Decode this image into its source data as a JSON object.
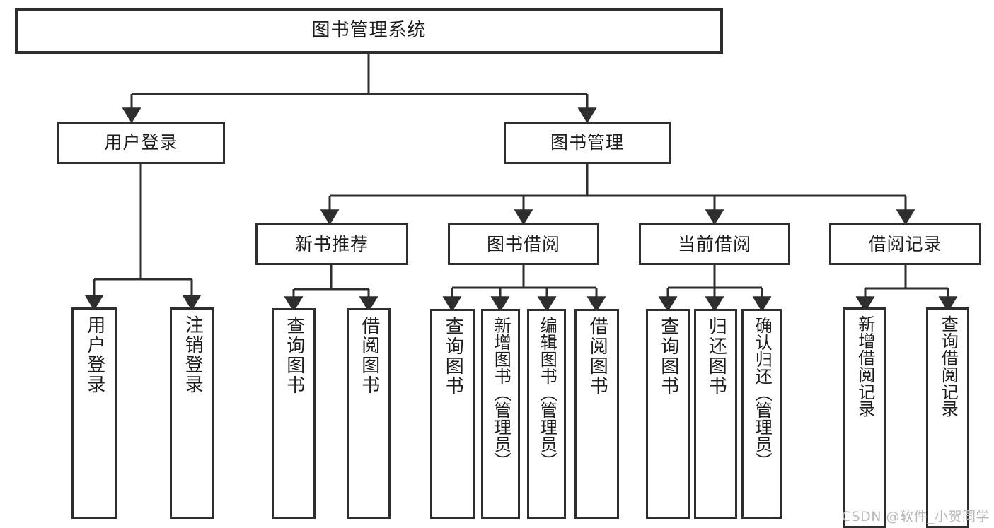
{
  "diagram": {
    "type": "tree",
    "title": "图书管理系统",
    "root": {
      "label": "图书管理系统"
    },
    "level1": [
      {
        "label": "用户登录"
      },
      {
        "label": "图书管理"
      }
    ],
    "level2": [
      {
        "label": "新书推荐"
      },
      {
        "label": "图书借阅"
      },
      {
        "label": "当前借阅"
      },
      {
        "label": "借阅记录"
      }
    ],
    "leaves": {
      "user_login": [
        {
          "label": "用户登录"
        },
        {
          "label": "注销登录"
        }
      ],
      "new_book_recommend": [
        {
          "label": "查询图书"
        },
        {
          "label": "借阅图书"
        }
      ],
      "book_borrow": [
        {
          "label": "查询图书"
        },
        {
          "label": "新增图书（管理员）"
        },
        {
          "label": "编辑图书（管理员）"
        },
        {
          "label": "借阅图书"
        }
      ],
      "current_borrow": [
        {
          "label": "查询图书"
        },
        {
          "label": "归还图书"
        },
        {
          "label": "确认归还（管理员）"
        }
      ],
      "borrow_record": [
        {
          "label": "新增借阅记录"
        },
        {
          "label": "查询借阅记录"
        }
      ]
    }
  },
  "watermark": {
    "text": "CSDN @软件_小贺同学"
  },
  "colors": {
    "border": "#2e2e2e",
    "background": "#ffffff",
    "text": "#1d1d1d",
    "watermark": "#b9b9b9"
  }
}
